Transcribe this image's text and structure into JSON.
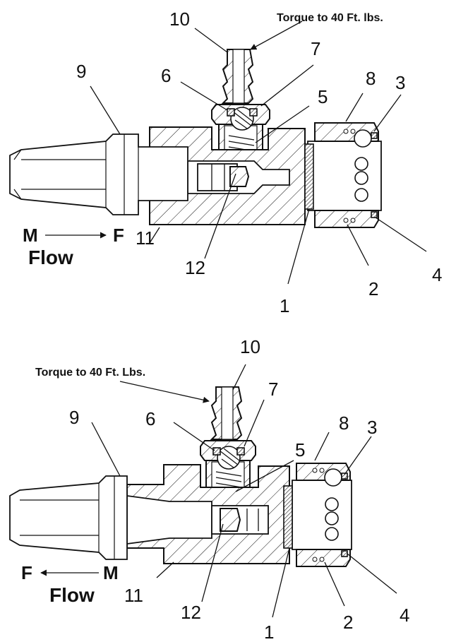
{
  "views": [
    {
      "torque_note": "Torque to 40 Ft. lbs.",
      "flow_direction": "M ——▶ F",
      "flow_from": "M",
      "flow_to": "F",
      "flow_label": "Flow",
      "callouts": [
        "10",
        "7",
        "9",
        "6",
        "5",
        "8",
        "3",
        "11",
        "12",
        "1",
        "2",
        "4"
      ]
    },
    {
      "torque_note": "Torque to 40 Ft. Lbs.",
      "flow_direction": "F ◀—— M",
      "flow_from": "F",
      "flow_to": "M",
      "flow_label": "Flow",
      "callouts": [
        "10",
        "7",
        "9",
        "6",
        "5",
        "8",
        "3",
        "11",
        "12",
        "1",
        "2",
        "4"
      ]
    }
  ]
}
